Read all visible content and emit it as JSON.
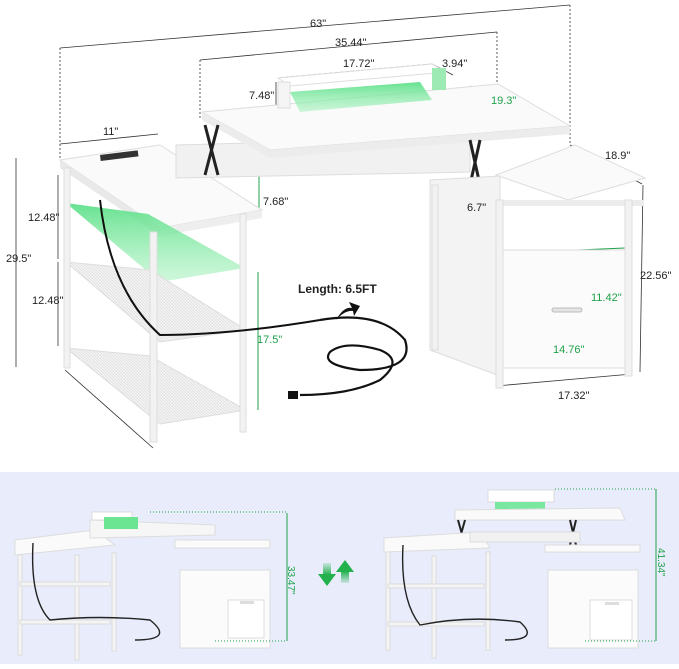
{
  "top_view": {
    "dimensions": {
      "overall_width": "63\"",
      "lift_top_width": "35.44\"",
      "monitor_stand_width": "17.72\"",
      "monitor_stand_depth": "3.94\"",
      "monitor_stand_height": "7.48\"",
      "lift_top_depth": "19.3\"",
      "side_desk_depth": "11\"",
      "lift_gap_height": "7.68\"",
      "cabinet_top_depth": "18.9\"",
      "cabinet_open_shelf_height": "6.7\"",
      "shelf_height_upper": "12.48\"",
      "shelf_height_lower": "12.48\"",
      "overall_height": "29.5\"",
      "shelf_unit_height": "17.5\"",
      "cabinet_height": "22.56\"",
      "drawer_height": "11.42\"",
      "drawer_width": "14.76\"",
      "cabinet_width": "17.32\""
    },
    "cord_label": "Length: 6.5FT"
  },
  "bottom_view": {
    "lowered_height": "33.47\"",
    "raised_height": "41.34\""
  },
  "colors": {
    "dimension_text": "#222222",
    "highlight_green": "#1fa24a",
    "led_glow": "#5ee08a",
    "panel_background": "#e8ecfb",
    "desk_white": "#f7f7f7",
    "arrow_green": "#22b14c"
  }
}
